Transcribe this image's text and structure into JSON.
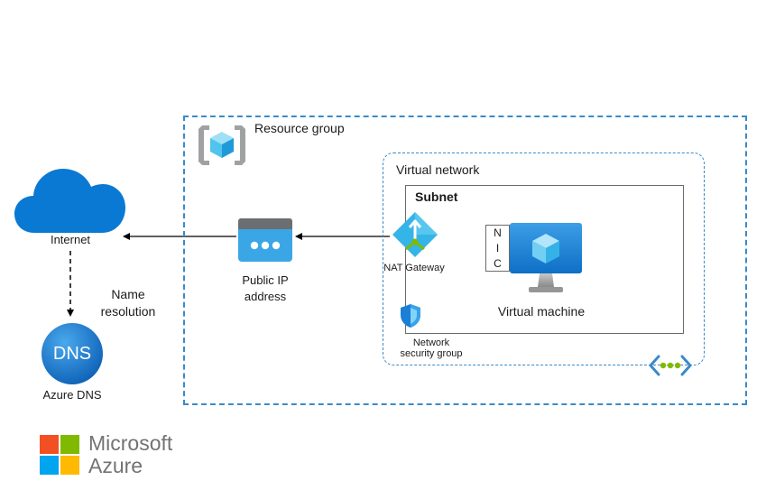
{
  "labels": {
    "resource_group": "Resource group",
    "virtual_network": "Virtual network",
    "subnet": "Subnet",
    "internet": "Internet",
    "public_ip_line1": "Public IP",
    "public_ip_line2": "address",
    "nat_gateway": "NAT Gateway",
    "nic_letters": [
      "N",
      "I",
      "C"
    ],
    "virtual_machine": "Virtual machine",
    "nsg_line1": "Network",
    "nsg_line2": "security group",
    "name_resolution_line1": "Name",
    "name_resolution_line2": "resolution",
    "dns_icon_text": "DNS",
    "azure_dns": "Azure DNS",
    "brand_line1": "Microsoft",
    "brand_line2": "Azure"
  },
  "icons": {
    "resource_group": "resource-group-icon",
    "internet": "cloud-icon",
    "public_ip": "public-ip-icon",
    "nat_gateway": "nat-gateway-icon",
    "virtual_machine": "virtual-machine-icon",
    "nsg": "shield-icon",
    "dns": "dns-icon",
    "vnet": "virtual-network-icon",
    "logo": "microsoft-logo-icon"
  },
  "colors": {
    "azure_blue": "#0078d4",
    "dashed_border": "#3a8ac8",
    "logo_red": "#f25022",
    "logo_green": "#7fba00",
    "logo_blue": "#00a4ef",
    "logo_yellow": "#ffb900",
    "brand_text": "#737373"
  }
}
